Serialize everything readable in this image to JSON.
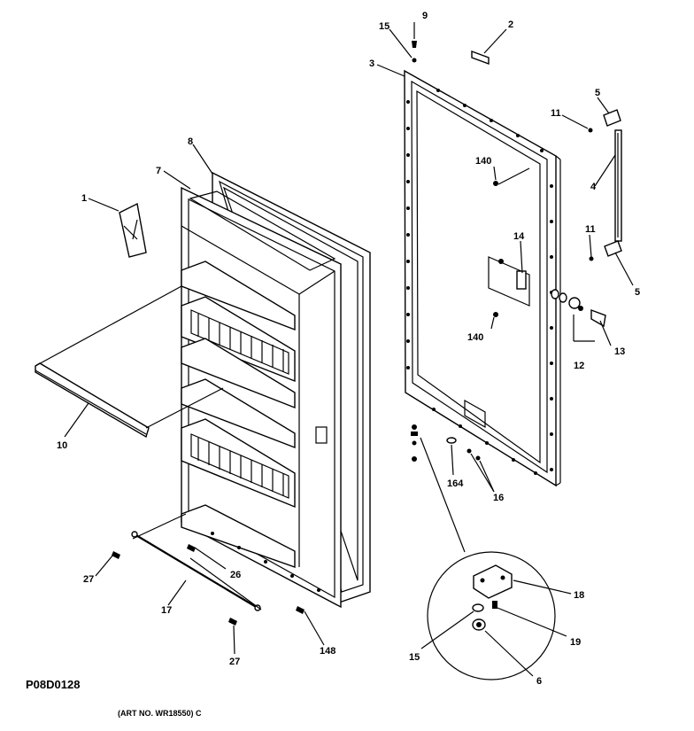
{
  "diagram": {
    "drawing_code": "P08D0128",
    "art_number": "(ART NO. WR18550) C",
    "callouts": {
      "c1": "1",
      "c2": "2",
      "c3": "3",
      "c4": "4",
      "c5a": "5",
      "c5b": "5",
      "c6": "6",
      "c7": "7",
      "c8": "8",
      "c9": "9",
      "c10": "10",
      "c11a": "11",
      "c11b": "11",
      "c12": "12",
      "c13": "13",
      "c14": "14",
      "c15a": "15",
      "c15b": "15",
      "c16": "16",
      "c17": "17",
      "c18": "18",
      "c19": "19",
      "c26": "26",
      "c27a": "27",
      "c27b": "27",
      "c140a": "140",
      "c140b": "140",
      "c148": "148",
      "c164": "164"
    }
  }
}
